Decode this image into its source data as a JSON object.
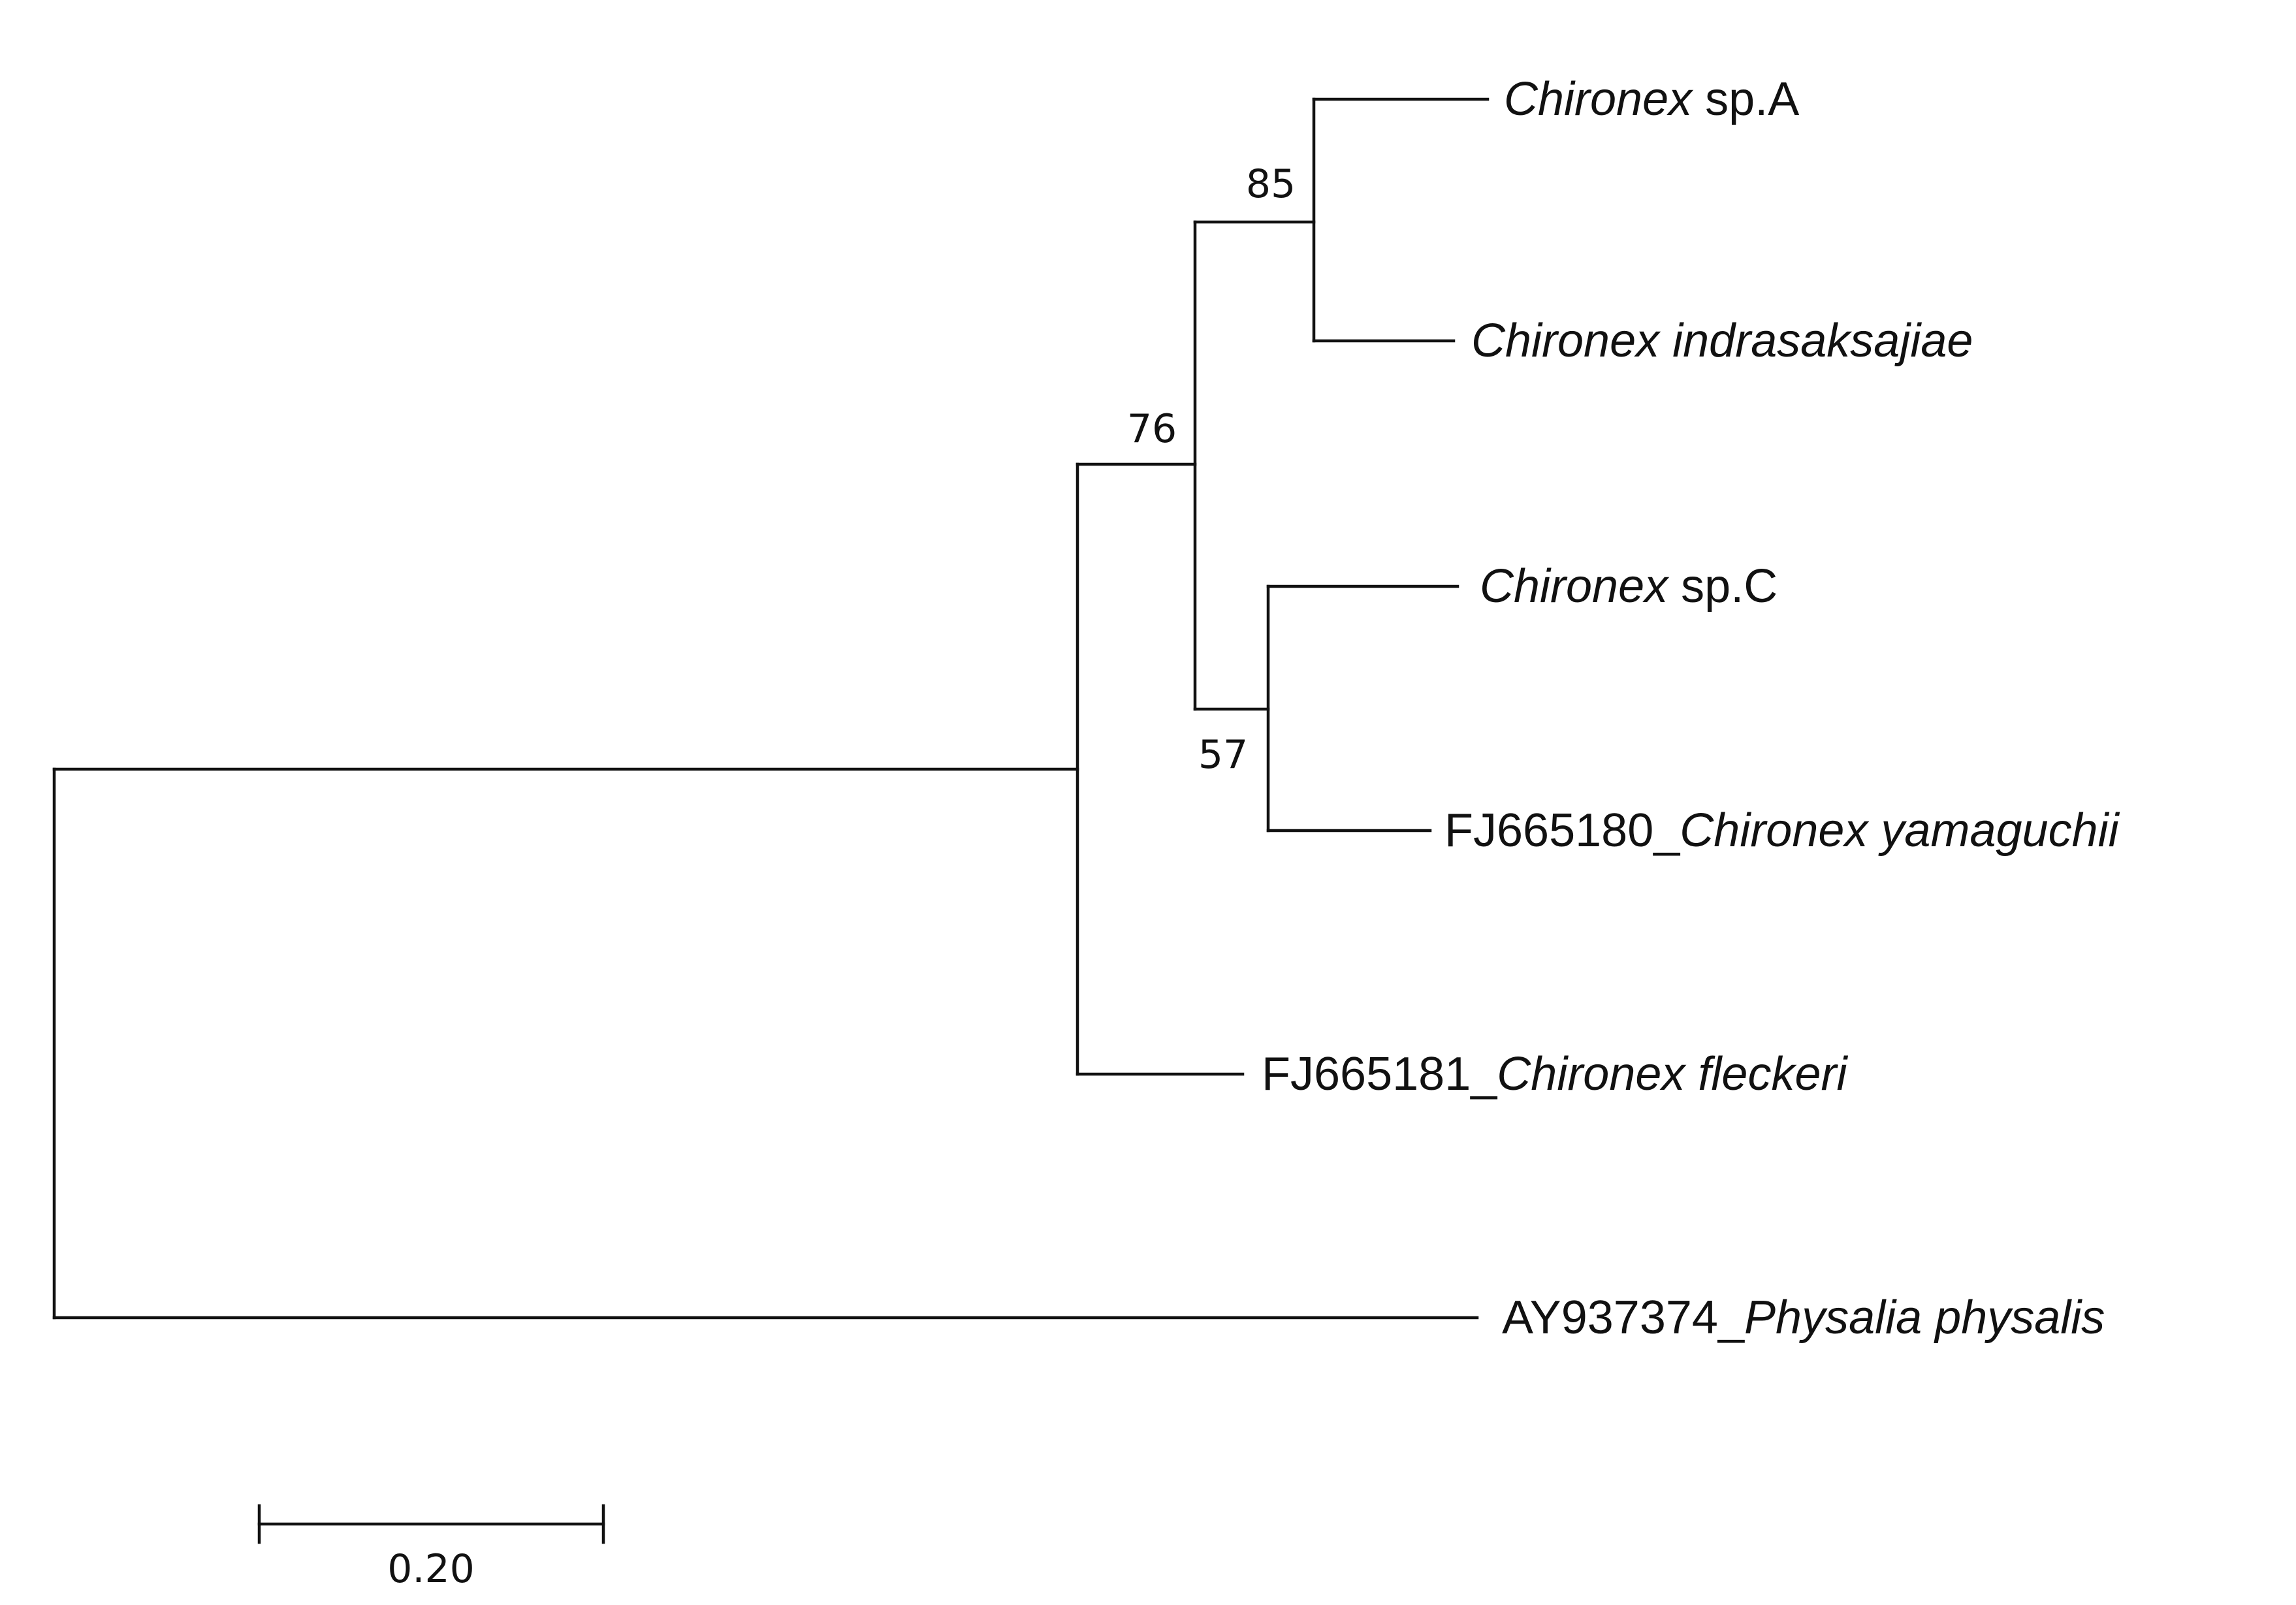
{
  "taxa": {
    "chironex_sp_a": {
      "italic": "Chironex",
      "rest": " sp.A"
    },
    "chironex_indrasaksajiae": {
      "italic": "Chironex indrasaksajiae"
    },
    "chironex_sp_c": {
      "italic": "Chironex",
      "rest": " sp.C"
    },
    "chironex_yamaguchii": {
      "accession": "FJ665180_",
      "italic": "Chironex yamaguchii"
    },
    "chironex_fleckeri": {
      "accession": "FJ665181_",
      "italic": "Chironex fleckeri"
    },
    "physalia_physalis": {
      "accession": "AY937374_",
      "italic": "Physalia physalis"
    }
  },
  "support": {
    "node_85": "85",
    "node_76": "76",
    "node_57": "57"
  },
  "scale_bar": {
    "label": "0.20"
  }
}
